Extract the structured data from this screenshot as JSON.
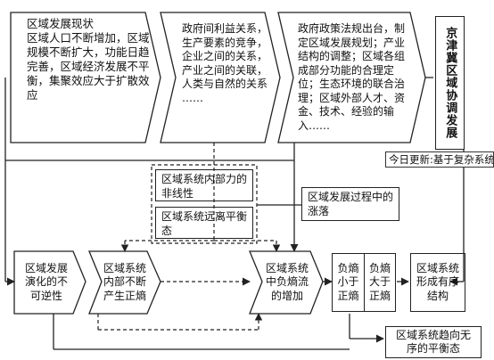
{
  "boxes": {
    "status": "区域发展现状\n区域人口不断增加，区域规模不断扩大，功能日趋完善，区域经济发展不平衡，集聚效应大于扩散效应",
    "interests": "政府间利益关系，生产要素的竞争，企业之间的关系，产业之间的关联，人类与自然的关系\n……",
    "policy": "政府政策法规出台，制定区域发展规划；产业结构的调整；区域各组成部分功能的合理定位；生态环境的联合治理；区域外部人才、资金、技术、经验的输入……",
    "coordination": "京津冀区域协调发展",
    "nonlinear": "区域系统内部力的非线性",
    "far_from_equilibrium": "区域系统远离平衡态",
    "fluctuation": "区域发展过程中的涨落",
    "irreversibility": "区域发展演化的不可逆性",
    "positive_entropy": "区域系统内部不断产生正熵",
    "negative_entropy_flow": "区域系统中负熵流的增加",
    "neg_lt_pos": "负熵小于正熵",
    "neg_gt_pos": "负熵大于正熵",
    "ordered": "区域系统形成有序结构",
    "disordered_equilibrium": "区域系统趋向无序的平衡态"
  },
  "update_text": "今日更新:基于复杂系统"
}
